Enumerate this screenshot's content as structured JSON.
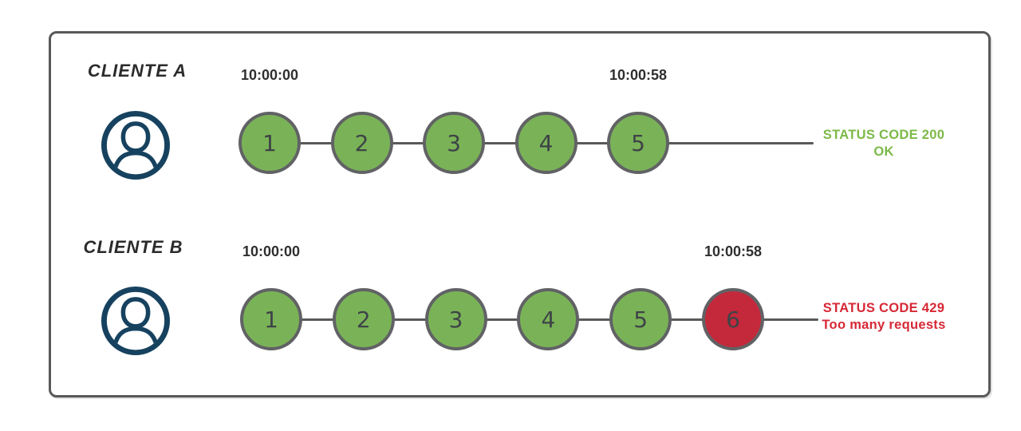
{
  "diagram_title": "rate-limit-requests-diagram",
  "colors": {
    "request_ok": "#7AB357",
    "request_blocked": "#C4293B",
    "circle_border": "#616265",
    "connector_gray": "#595959",
    "frame_gray": "#58595B",
    "avatar_navy": "#16425F",
    "status_ok_green": "#7CB948",
    "status_error_red": "#D62835"
  },
  "clients": [
    {
      "name": "CLIENTE A",
      "avatar_icon": "user-avatar-icon",
      "start_time": "10:00:00",
      "end_time": "10:00:58",
      "requests": [
        {
          "label": "1",
          "status": "ok"
        },
        {
          "label": "2",
          "status": "ok"
        },
        {
          "label": "3",
          "status": "ok"
        },
        {
          "label": "4",
          "status": "ok"
        },
        {
          "label": "5",
          "status": "ok"
        }
      ],
      "status": {
        "line1": "STATUS CODE 200",
        "line2": "OK",
        "color": "#7CB948"
      }
    },
    {
      "name": "CLIENTE B",
      "avatar_icon": "user-avatar-icon",
      "start_time": "10:00:00",
      "end_time": "10:00:58",
      "requests": [
        {
          "label": "1",
          "status": "ok"
        },
        {
          "label": "2",
          "status": "ok"
        },
        {
          "label": "3",
          "status": "ok"
        },
        {
          "label": "4",
          "status": "ok"
        },
        {
          "label": "5",
          "status": "ok"
        },
        {
          "label": "6",
          "status": "blocked"
        }
      ],
      "status": {
        "line1": "STATUS CODE 429",
        "line2": "Too many requests",
        "color": "#D62835"
      }
    }
  ]
}
